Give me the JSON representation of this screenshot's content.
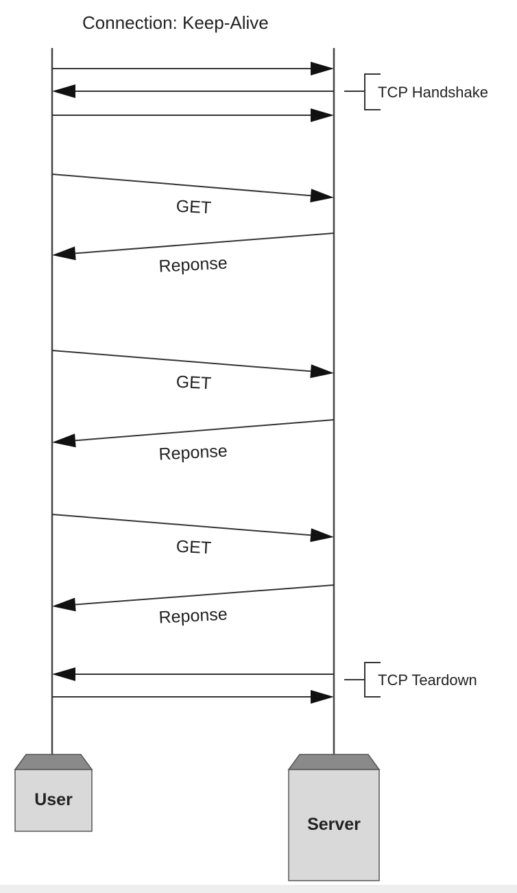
{
  "diagram": {
    "title": "Connection: Keep-Alive",
    "handshake_label": "TCP Handshake",
    "teardown_label": "TCP Teardown",
    "get_label": "GET",
    "response_label": "Reponse",
    "user_label": "User",
    "server_label": "Server"
  },
  "messages": [
    {
      "dir": "right",
      "group": "handshake"
    },
    {
      "dir": "left",
      "group": "handshake"
    },
    {
      "dir": "right",
      "group": "handshake"
    },
    {
      "dir": "right",
      "label": "GET"
    },
    {
      "dir": "left",
      "label": "Reponse"
    },
    {
      "dir": "right",
      "label": "GET"
    },
    {
      "dir": "left",
      "label": "Reponse"
    },
    {
      "dir": "right",
      "label": "GET"
    },
    {
      "dir": "left",
      "label": "Reponse"
    },
    {
      "dir": "left",
      "group": "teardown"
    },
    {
      "dir": "right",
      "group": "teardown"
    }
  ],
  "colors": {
    "line": "#333333",
    "box_face": "#d9d9d9",
    "box_top": "#8a8a8a"
  }
}
